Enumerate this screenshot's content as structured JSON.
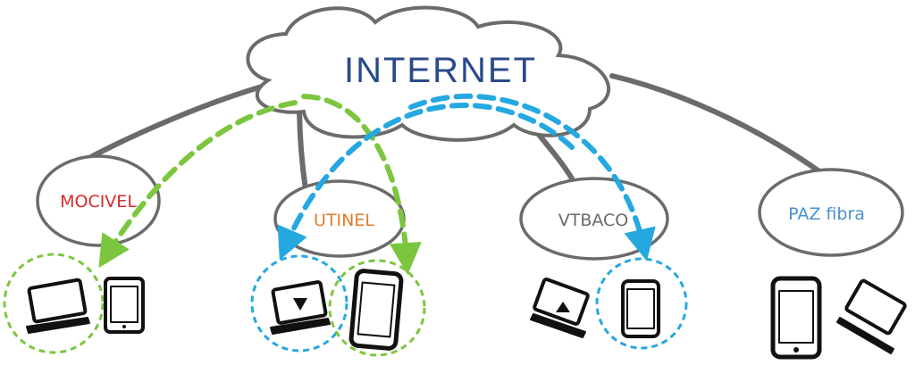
{
  "cloud": {
    "label": "INTERNET",
    "color": "#2a4a8a"
  },
  "isps": [
    {
      "label": "MOCIVEL",
      "color": "#d42a2a"
    },
    {
      "label": "UTINEL",
      "color": "#e07b2a"
    },
    {
      "label": "VTBACO",
      "color": "#6a6a6a"
    },
    {
      "label": "PAZ fibra",
      "color": "#4a90d0"
    }
  ],
  "colors": {
    "green_path": "#7cc63f",
    "blue_path": "#25a8e0",
    "outline": "#666666",
    "device": "#111111"
  },
  "devices": [
    {
      "name": "laptop-icon",
      "isp": "MOCIVEL",
      "highlight": "green"
    },
    {
      "name": "tablet-icon",
      "isp": "MOCIVEL",
      "highlight": "none"
    },
    {
      "name": "laptop-icon",
      "isp": "UTINEL",
      "highlight": "blue"
    },
    {
      "name": "phone-icon",
      "isp": "UTINEL",
      "highlight": "green"
    },
    {
      "name": "laptop-icon",
      "isp": "VTBACO",
      "highlight": "none"
    },
    {
      "name": "phone-icon",
      "isp": "VTBACO",
      "highlight": "blue"
    },
    {
      "name": "phone-icon",
      "isp": "PAZ fibra",
      "highlight": "none"
    },
    {
      "name": "laptop-icon",
      "isp": "PAZ fibra",
      "highlight": "none"
    }
  ]
}
